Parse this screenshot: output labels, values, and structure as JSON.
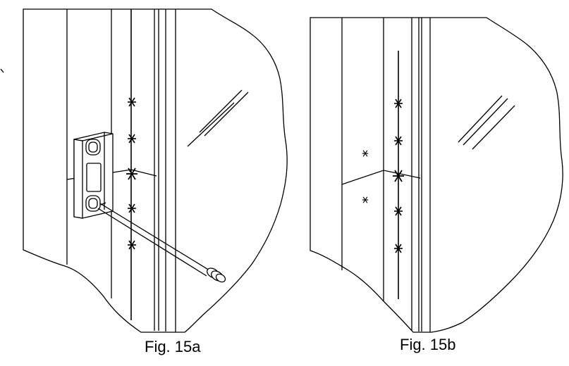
{
  "figures": [
    {
      "id": "15a",
      "caption": "Fig. 15a"
    },
    {
      "id": "15b",
      "caption": "Fig. 15b"
    }
  ],
  "colors": {
    "ink": "#000000",
    "paper": "#ffffff"
  }
}
